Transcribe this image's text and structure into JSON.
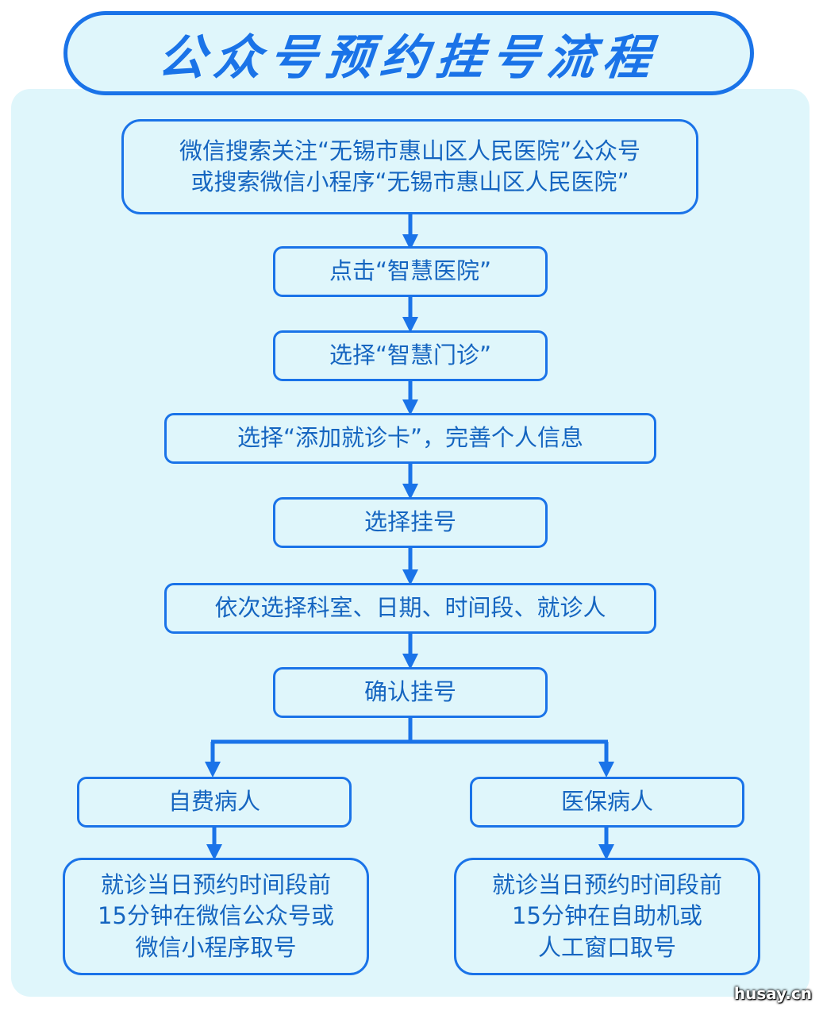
{
  "title": "公众号预约挂号流程",
  "steps": {
    "step1": {
      "line1": "微信搜索关注“无锡市惠山区人民医院”公众号",
      "line2": "或搜索微信小程序“无锡市惠山区人民医院”"
    },
    "step2": "点击“智慧医院”",
    "step3": "选择“智慧门诊”",
    "step4": "选择“添加就诊卡”，完善个人信息",
    "step5": "选择挂号",
    "step6": "依次选择科室、日期、时间段、就诊人",
    "step7": "确认挂号"
  },
  "branches": {
    "left": {
      "label": "自费病人",
      "detail": {
        "line1": "就诊当日预约时间段前",
        "line2": "15分钟在微信公众号或",
        "line3": "微信小程序取号"
      }
    },
    "right": {
      "label": "医保病人",
      "detail": {
        "line1": "就诊当日预约时间段前",
        "line2": "15分钟在自助机或",
        "line3": "人工窗口取号"
      }
    }
  },
  "watermark": "husay.cn",
  "colors": {
    "accent": "#1a73e8",
    "text": "#1565c0",
    "panel_background": "#dff6fb"
  }
}
